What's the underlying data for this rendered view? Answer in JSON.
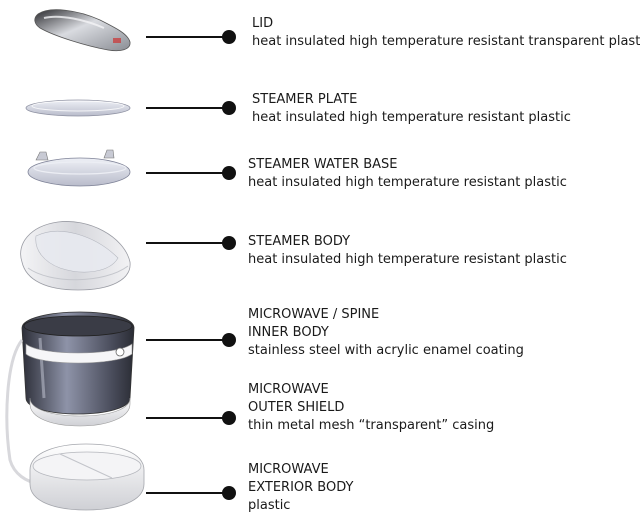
{
  "components": [
    {
      "name": "LID",
      "detail": "heat insulated high temperature resistant transparent plastic"
    },
    {
      "name": "STEAMER PLATE",
      "detail": "heat insulated high temperature resistant plastic"
    },
    {
      "name": "STEAMER WATER BASE",
      "detail": "heat insulated high temperature resistant plastic"
    },
    {
      "name": "STEAMER BODY",
      "detail": "heat insulated  high temperature resistant plastic"
    },
    {
      "name_line1": "MICROWAVE / SPINE",
      "name_line2": "INNER BODY",
      "detail": "stainless steel with acrylic enamel coating"
    },
    {
      "name_line1": "MICROWAVE",
      "name_line2": "OUTER SHIELD",
      "detail": "thin metal mesh “transparent” casing"
    },
    {
      "name_line1": "MICROWAVE",
      "name_line2": "EXTERIOR BODY",
      "detail": "plastic"
    }
  ],
  "colors": {
    "line": "#111111",
    "text": "#1a1a1a",
    "metal": "#b8bcc4",
    "glass": "#6b7080"
  }
}
